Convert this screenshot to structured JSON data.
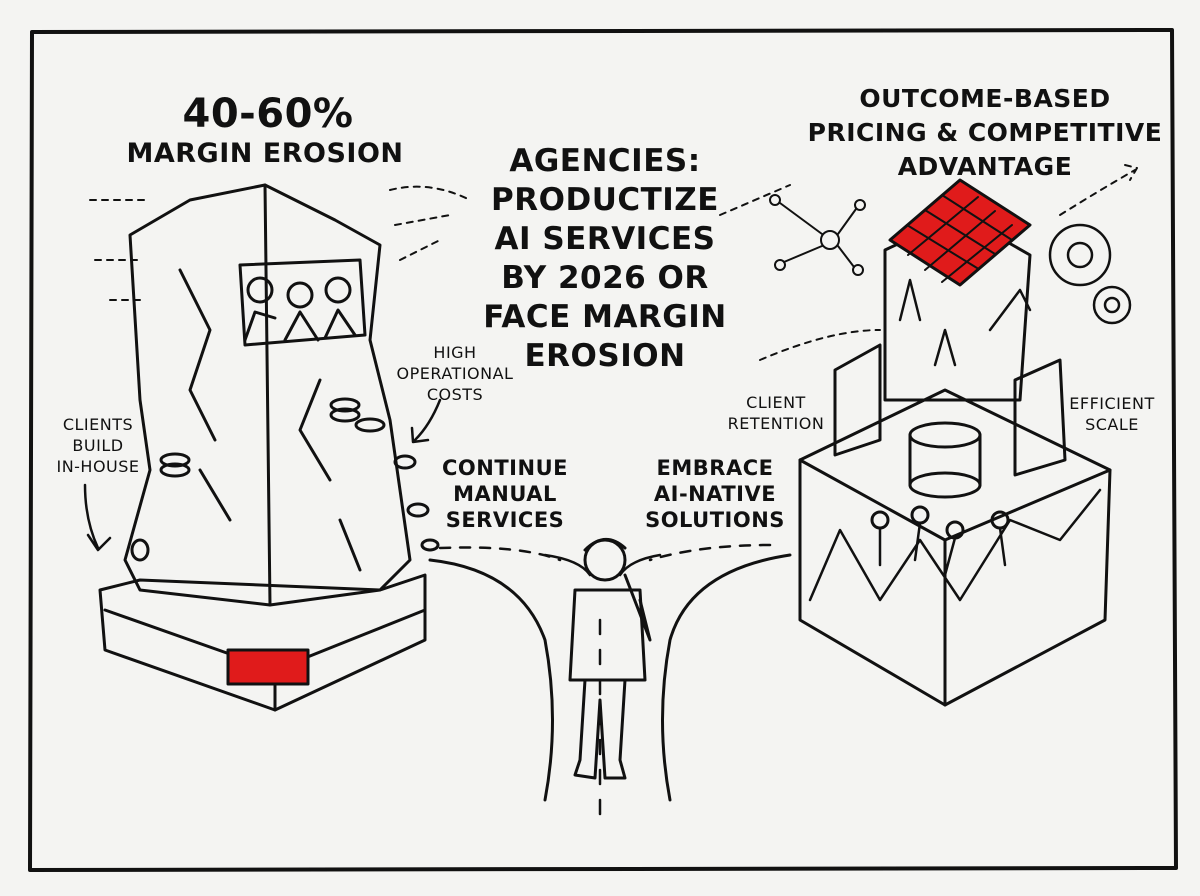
{
  "left": {
    "stat": "40-60%",
    "stat_label": "MARGIN EROSION",
    "label_costs": [
      "HIGH",
      "OPERATIONAL",
      "COSTS"
    ],
    "label_clients": [
      "CLIENTS",
      "BUILD",
      "IN-HOUSE"
    ],
    "path_label": [
      "CONTINUE",
      "MANUAL",
      "SERVICES"
    ]
  },
  "center": {
    "title": [
      "AGENCIES:",
      "PRODUCTIZE",
      "AI SERVICES",
      "BY 2026 OR",
      "FACE MARGIN",
      "EROSION"
    ]
  },
  "right": {
    "heading": [
      "OUTCOME-BASED",
      "PRICING & COMPETITIVE",
      "ADVANTAGE"
    ],
    "path_label": [
      "EMBRACE",
      "AI-NATIVE",
      "SOLUTIONS"
    ],
    "label_retention": [
      "CLIENT",
      "RETENTION"
    ],
    "label_scale": [
      "EFFICIENT",
      "SCALE"
    ]
  },
  "colors": {
    "accent": "#e01b1b",
    "ink": "#111111",
    "paper": "#f4f4f2"
  }
}
